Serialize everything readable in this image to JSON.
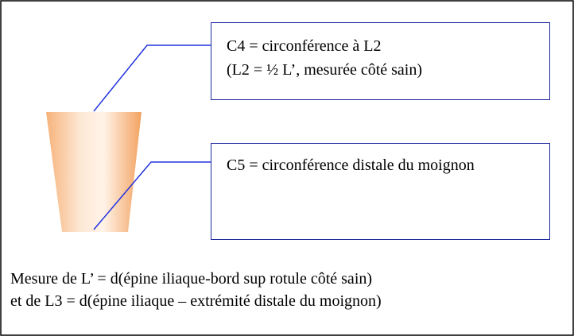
{
  "boxes": {
    "c4": {
      "line1": "C4 = circonférence à L2",
      "line2": "(L2 = ½ L’, mesurée côté sain)"
    },
    "c5": {
      "text": "C5 = circonférence distale du moignon"
    }
  },
  "notes": {
    "line1": "Mesure de L’ = d(épine iliaque-bord sup rotule côté sain)",
    "line2": "et de L3 = d(épine iliaque – extrémité distale du moignon)"
  },
  "colors": {
    "frame": "#000000",
    "box_border": "#1f2a9e",
    "leader_lines": "#2233dd",
    "stump_light": "#fde3cc",
    "stump_dark": "#f4a766"
  }
}
